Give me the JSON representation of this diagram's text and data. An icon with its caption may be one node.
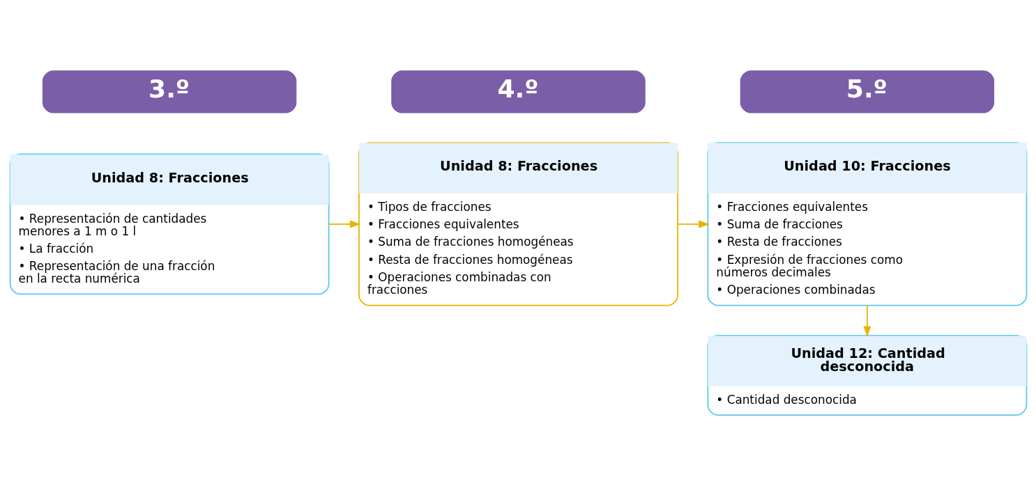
{
  "diagram": {
    "nodes": [
      {
        "text": [
          "3.º"
        ]
      },
      {
        "text": [
          "4.º"
        ]
      },
      {
        "text": [
          "5.º"
        ]
      },
      {
        "text": [
          "Unidad 8: Fracciones",
          "• Representación de cantidades menores a 1 m o 1 l",
          "• La fracción",
          "• Representación de una fracción en la recta numérica"
        ]
      },
      {
        "text": [
          "Unidad 8: Fracciones",
          "• Tipos de fracciones",
          "• Fracciones equivalentes",
          "• Suma de fracciones homogéneas",
          "• Resta de fracciones homogéneas",
          "• Operaciones combinadas con fracciones"
        ]
      },
      {
        "text": [
          "Unidad 10: Fracciones",
          "• Fracciones equivalentes",
          "• Suma de fracciones",
          "• Resta de fracciones",
          "• Expresión de fracciones como números decimales",
          "• Operaciones combinadas"
        ]
      },
      {
        "text": [
          "Unidad 12: Cantidad desconocida",
          "• Cantidad desconocida"
        ]
      }
    ],
    "edges": [
      {
        "from": 3,
        "to": 4,
        "arrow": "to"
      },
      {
        "from": 4,
        "to": 5,
        "arrow": "to"
      },
      {
        "from": 5,
        "to": 6,
        "arrow": "to"
      }
    ]
  }
}
